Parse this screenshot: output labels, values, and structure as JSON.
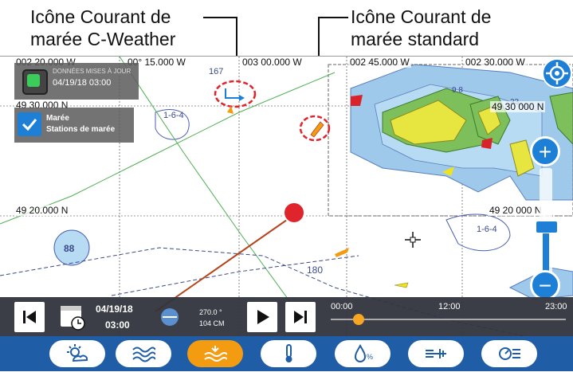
{
  "callouts": {
    "left_line1": "Icône Courant de",
    "left_line2": "marée C-Weather",
    "right_line1": "Icône Courant de",
    "right_line2": "marée standard"
  },
  "map": {
    "coords_top": [
      "002 20.000 W",
      "00° 15.000 W",
      "003 00.000 W",
      "002 45.000 W",
      "002 30.000 W"
    ],
    "coords_left": [
      "49 30.000 N",
      "49 20.000 N"
    ],
    "coord_right_mid": "49 20 000 N",
    "coord_right_top": "49 30 000 N",
    "depth_labels": [
      "167",
      "1-6-4",
      "88",
      "180",
      "1-6-4",
      "9.8",
      "33"
    ]
  },
  "info_box": {
    "title": "DONNÉES MISES À JOUR",
    "date": "04/19/18 03:00"
  },
  "layer_box": {
    "line1": "Marée",
    "line2": "Stations de marée"
  },
  "playbar": {
    "date": "04/19/18",
    "time": "03:00",
    "direction": "270.0 °",
    "height": "104 CM",
    "ticks": [
      "00:00",
      "12:00",
      "23:00"
    ],
    "progress_fraction": 0.12
  },
  "toolbar": {
    "buttons": [
      "weather-icon",
      "waves-icon",
      "tide-icon",
      "temperature-icon",
      "humidity-icon",
      "wind-icon",
      "pressure-icon"
    ],
    "active_index": 2
  },
  "colors": {
    "accent": "#1d7fd6",
    "toolbar": "#1f5da6",
    "active": "#f39c12",
    "land": "#e7e641",
    "shallow": "#9ec9ea",
    "green": "#7dbf5a"
  }
}
